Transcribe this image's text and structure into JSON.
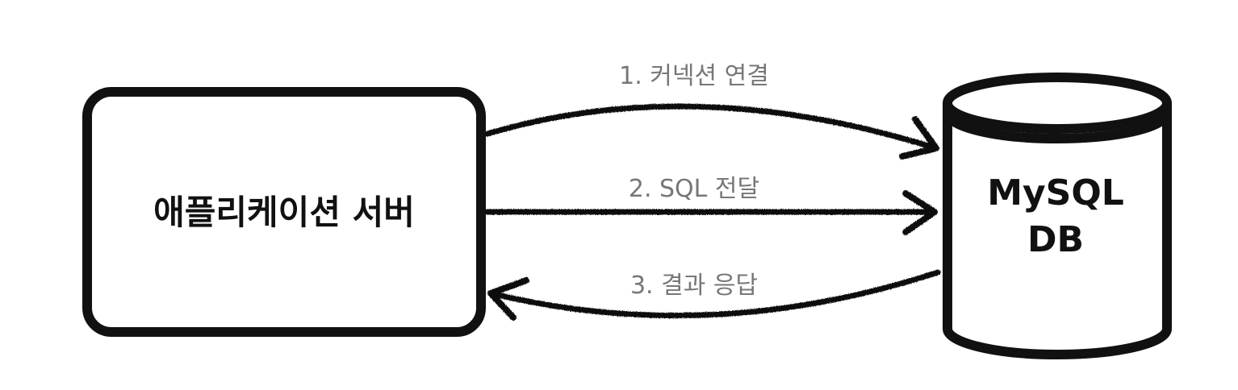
{
  "nodes": {
    "app_server": {
      "label": "애플리케이션 서버"
    },
    "db": {
      "label_lines": [
        "MySQL",
        "DB"
      ]
    }
  },
  "edges": [
    {
      "label": "1. 커넥션 연결",
      "from": "app_server",
      "to": "db"
    },
    {
      "label": "2. SQL 전달",
      "from": "app_server",
      "to": "db"
    },
    {
      "label": "3. 결과 응답",
      "from": "db",
      "to": "app_server"
    }
  ],
  "colors": {
    "stroke": "#111111",
    "edge_label": "#777777",
    "background": "#ffffff"
  }
}
